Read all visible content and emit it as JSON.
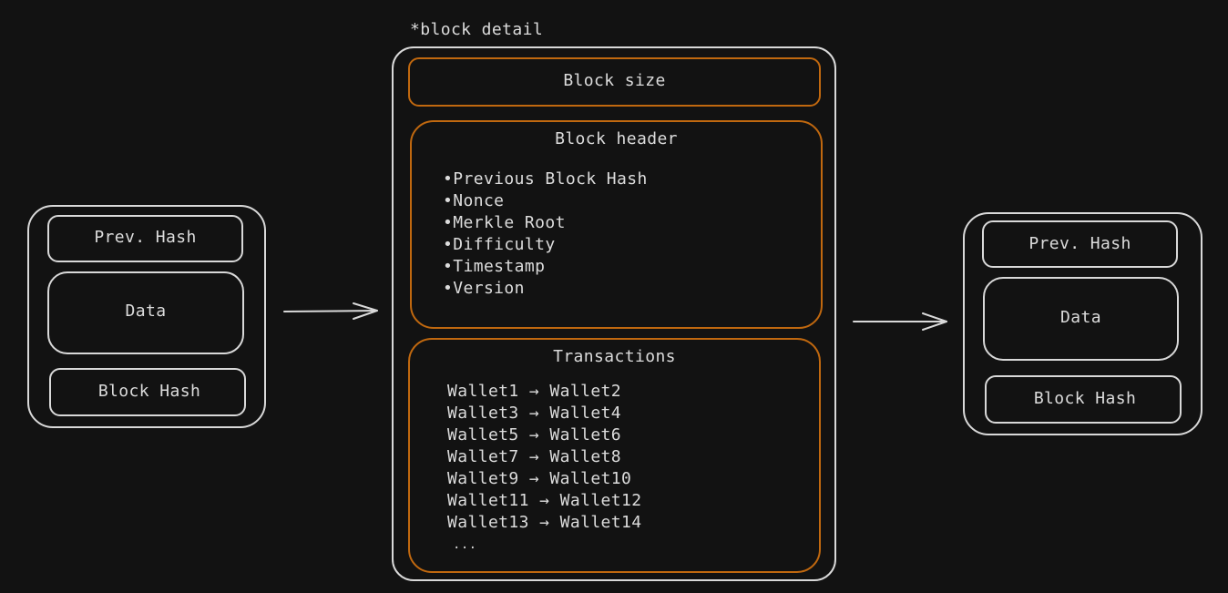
{
  "caption": "*block detail",
  "left_block": {
    "prev_hash": "Prev. Hash",
    "data": "Data",
    "block_hash": "Block Hash"
  },
  "right_block": {
    "prev_hash": "Prev. Hash",
    "data": "Data",
    "block_hash": "Block Hash"
  },
  "detail": {
    "block_size": "Block size",
    "header": {
      "title": "Block header",
      "items": [
        "•Previous Block Hash",
        "•Nonce",
        "•Merkle Root",
        "•Difficulty",
        "•Timestamp",
        "•Version"
      ]
    },
    "transactions": {
      "title": "Transactions",
      "items": [
        "Wallet1 → Wallet2",
        "Wallet3 → Wallet4",
        "Wallet5 → Wallet6",
        "Wallet7 → Wallet8",
        "Wallet9 → Wallet10",
        "Wallet11 → Wallet12",
        "Wallet13 → Wallet14"
      ],
      "ellipsis": "..."
    }
  },
  "colors": {
    "background": "#121212",
    "stroke_white": "#d9d9d9",
    "stroke_orange": "#c0680f",
    "text": "#dcdcdc"
  }
}
